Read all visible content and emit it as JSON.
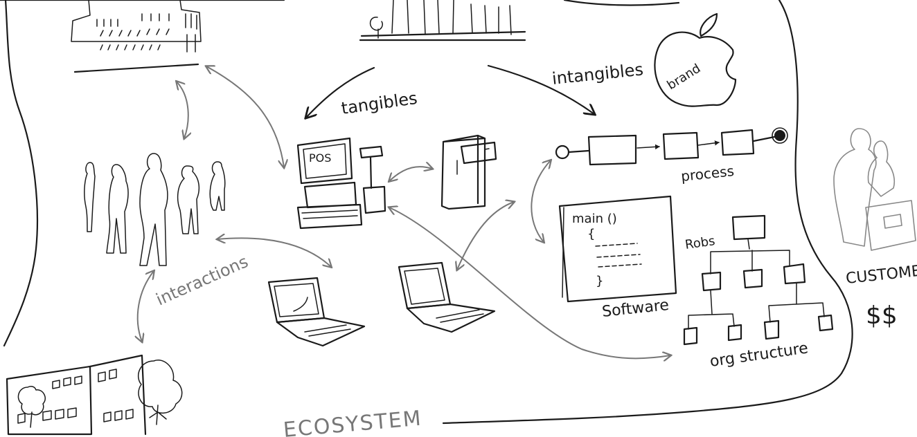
{
  "labels": {
    "tangibles": "tangibles",
    "intangibles": "intangibles",
    "brand": "brand",
    "pos": "POS",
    "process": "process",
    "code_line1": "main ()",
    "code_line2": "{",
    "code_line3": "}",
    "software": "Software",
    "roles": "Robs",
    "org_structure": "org structure",
    "interactions": "interactions",
    "customer": "CUSTOMER",
    "money": "$$",
    "ecosystem": "ECOSYSTEM"
  },
  "colors": {
    "ink": "#1a1a1a",
    "arrow": "#777777",
    "background": "#ffffff"
  }
}
